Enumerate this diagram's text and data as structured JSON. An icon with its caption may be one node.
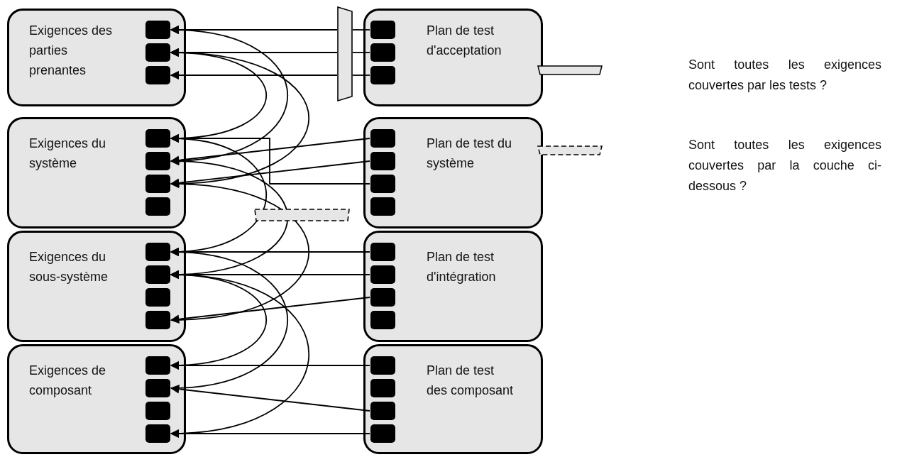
{
  "diagram": {
    "nodes": [
      {
        "text": [
          "Exigences des parties prenantes"
        ]
      },
      {
        "text": [],
        "shape": "box",
        "in": 0
      },
      {
        "text": [],
        "shape": "box",
        "in": 0
      },
      {
        "text": [],
        "shape": "box",
        "in": 0
      },
      {
        "text": [
          "Plan de test d'acceptation"
        ]
      },
      {
        "text": [],
        "shape": "box",
        "in": 4
      },
      {
        "text": [],
        "shape": "box",
        "in": 4
      },
      {
        "text": [],
        "shape": "box",
        "in": 4
      },
      {
        "text": [
          "Exigences du système"
        ]
      },
      {
        "text": [],
        "shape": "box",
        "in": 8
      },
      {
        "text": [],
        "shape": "box",
        "in": 8
      },
      {
        "text": [],
        "shape": "box",
        "in": 8
      },
      {
        "text": [],
        "shape": "box",
        "in": 8
      },
      {
        "text": [
          "Plan de test du système"
        ]
      },
      {
        "text": [],
        "shape": "box",
        "in": 13
      },
      {
        "text": [],
        "shape": "box",
        "in": 13
      },
      {
        "text": [],
        "shape": "box",
        "in": 13
      },
      {
        "text": [],
        "shape": "box",
        "in": 13
      },
      {
        "text": [
          "Exigences du sous-système"
        ]
      },
      {
        "text": [],
        "shape": "box",
        "in": 18
      },
      {
        "text": [],
        "shape": "box",
        "in": 18
      },
      {
        "text": [],
        "shape": "box",
        "in": 18
      },
      {
        "text": [],
        "shape": "box",
        "in": 18
      },
      {
        "text": [
          "Plan de test d'intégration"
        ]
      },
      {
        "text": [],
        "shape": "box",
        "in": 23
      },
      {
        "text": [],
        "shape": "box",
        "in": 23
      },
      {
        "text": [],
        "shape": "box",
        "in": 23
      },
      {
        "text": [],
        "shape": "box",
        "in": 23
      },
      {
        "text": [
          "Exigences de composant"
        ]
      },
      {
        "text": [],
        "shape": "box",
        "in": 28
      },
      {
        "text": [],
        "shape": "box",
        "in": 28
      },
      {
        "text": [],
        "shape": "box",
        "in": 28
      },
      {
        "text": [],
        "shape": "box",
        "in": 28
      },
      {
        "text": [
          "Plan de test des composant"
        ]
      },
      {
        "text": [],
        "shape": "box",
        "in": 33
      },
      {
        "text": [],
        "shape": "box",
        "in": 33
      },
      {
        "text": [],
        "shape": "box",
        "in": 33
      },
      {
        "text": [],
        "shape": "box",
        "in": 33
      },
      {
        "text": [],
        "shape": "trapezoid"
      },
      {
        "text": [],
        "shape": "trapezoid"
      }
    ],
    "edges": [
      {
        "from": 5,
        "to": 38,
        "arrow": "none"
      },
      {
        "from": 38,
        "to": 1,
        "arrow": "to"
      },
      {
        "from": 6,
        "to": 38,
        "arrow": "none"
      },
      {
        "from": 38,
        "to": 2,
        "arrow": "to"
      },
      {
        "from": 7,
        "to": 38,
        "arrow": "none"
      },
      {
        "from": 38,
        "to": 3,
        "arrow": "to"
      },
      {
        "from": 14,
        "to": 10,
        "arrow": "to"
      },
      {
        "from": 15,
        "to": 11,
        "arrow": "to"
      },
      {
        "from": 16,
        "to": 9,
        "arrow": "to"
      },
      {
        "from": 24,
        "to": 19,
        "arrow": "to"
      },
      {
        "from": 25,
        "to": 20,
        "arrow": "to"
      },
      {
        "from": 26,
        "to": 22,
        "arrow": "to"
      },
      {
        "from": 34,
        "to": 29,
        "arrow": "to"
      },
      {
        "from": 36,
        "to": 30,
        "arrow": "to"
      },
      {
        "from": 37,
        "to": 32,
        "arrow": "to"
      },
      {
        "from": 9,
        "to": 2,
        "arrow": "to"
      },
      {
        "from": 10,
        "to": 1,
        "arrow": "to"
      },
      {
        "from": 11,
        "to": 2,
        "arrow": "to"
      },
      {
        "from": 19,
        "to": 9,
        "arrow": "to"
      },
      {
        "from": 20,
        "to": 10,
        "arrow": "to"
      },
      {
        "from": 22,
        "to": 11,
        "arrow": "to"
      },
      {
        "from": 29,
        "to": 20,
        "arrow": "to"
      },
      {
        "from": 30,
        "to": 19,
        "arrow": "to"
      },
      {
        "from": 32,
        "to": 20,
        "arrow": "to"
      }
    ],
    "legend": [
      {
        "text": "Sont toutes les exigences couvertes par les tests ?"
      },
      {
        "text": "Sont toutes les exigences couvertes par la couche ci-dessous ?"
      }
    ]
  }
}
